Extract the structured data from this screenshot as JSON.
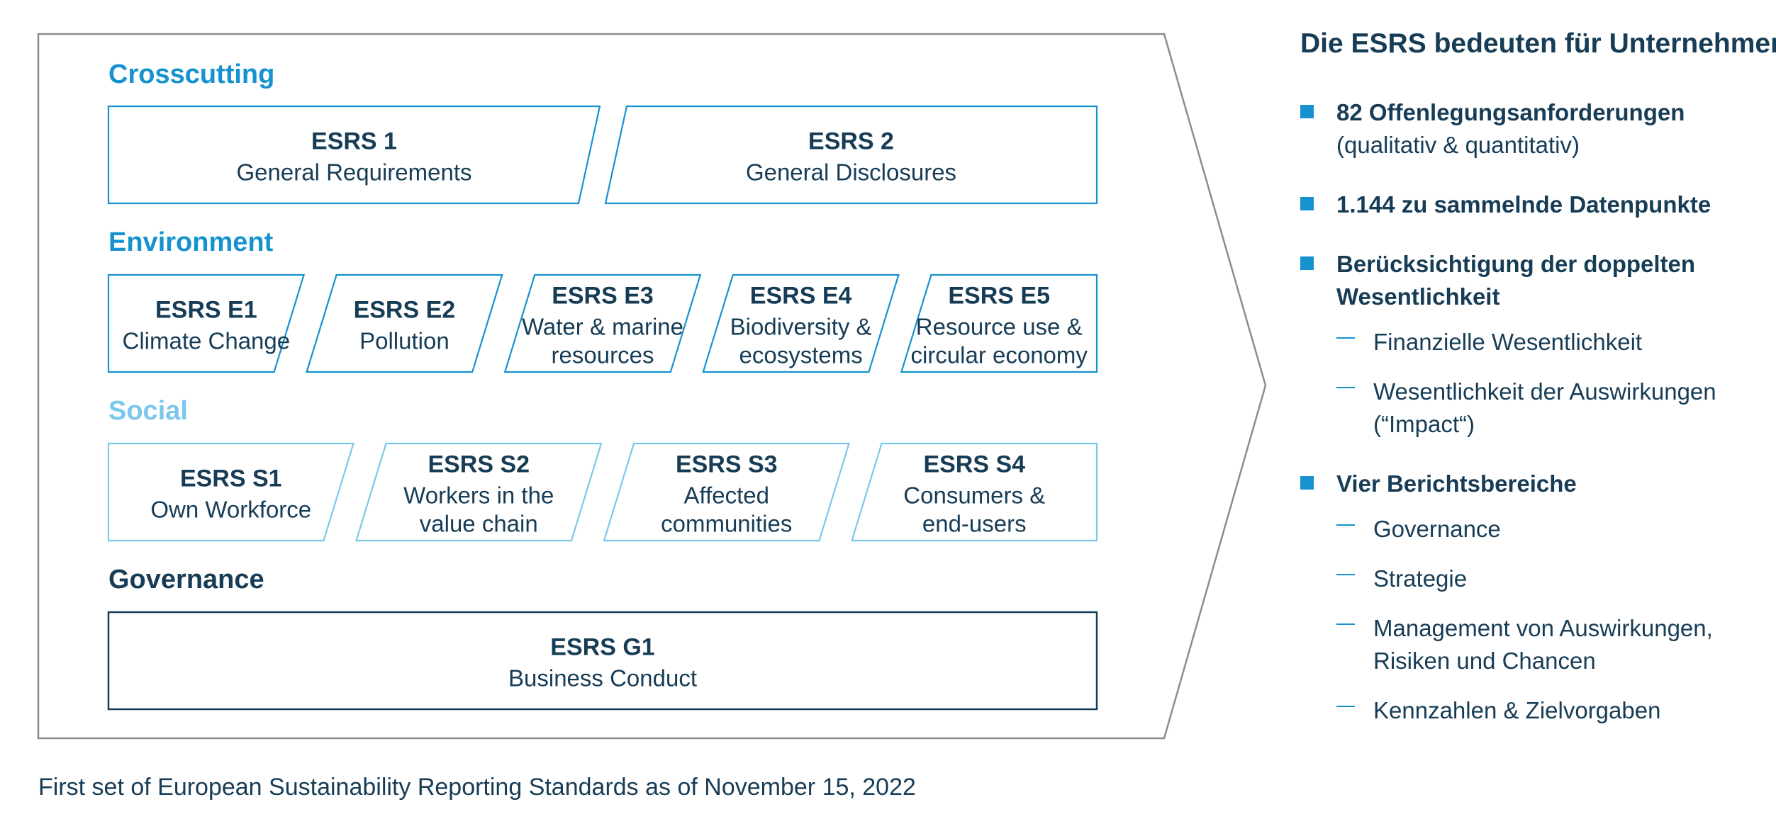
{
  "colors": {
    "crosscutting": "#1592cf",
    "environment": "#1592cf",
    "social": "#7cc7ec",
    "governance": "#173c56",
    "text": "#173c56",
    "bullet": "#1592cf",
    "frame": "#8c8c8c"
  },
  "categories": {
    "crosscutting": "Crosscutting",
    "environment": "Environment",
    "social": "Social",
    "governance": "Governance"
  },
  "standards": {
    "crosscutting": [
      {
        "code": "ESRS 1",
        "name": [
          "General Requirements"
        ]
      },
      {
        "code": "ESRS 2",
        "name": [
          "General Disclosures"
        ]
      }
    ],
    "environment": [
      {
        "code": "ESRS E1",
        "name": [
          "Climate Change"
        ]
      },
      {
        "code": "ESRS E2",
        "name": [
          "Pollution"
        ]
      },
      {
        "code": "ESRS E3",
        "name": [
          "Water & marine",
          "resources"
        ]
      },
      {
        "code": "ESRS E4",
        "name": [
          "Biodiversity &",
          "ecosystems"
        ]
      },
      {
        "code": "ESRS E5",
        "name": [
          "Resource use &",
          "circular economy"
        ]
      }
    ],
    "social": [
      {
        "code": "ESRS S1",
        "name": [
          "Own Workforce"
        ]
      },
      {
        "code": "ESRS S2",
        "name": [
          "Workers in the",
          "value chain"
        ]
      },
      {
        "code": "ESRS S3",
        "name": [
          "Affected",
          "communities"
        ]
      },
      {
        "code": "ESRS S4",
        "name": [
          "Consumers &",
          "end-users"
        ]
      }
    ],
    "governance": [
      {
        "code": "ESRS G1",
        "name": [
          "Business Conduct"
        ]
      }
    ]
  },
  "right_panel": {
    "heading": "Die ESRS bedeuten für Unternehmen:",
    "bullets": [
      {
        "main": "82 Offenlegungsanforderungen",
        "note": "(qualitativ & quantitativ)"
      },
      {
        "main": "1.144 zu sammelnde Datenpunkte"
      },
      {
        "main": "Berücksichtigung der doppelten Wesentlichkeit",
        "subs": [
          "Finanzielle Wesentlichkeit",
          "Wesentlichkeit der Auswirkungen (“Impact“)"
        ]
      },
      {
        "main": "Vier Berichtsbereiche",
        "subs": [
          "Governance",
          "Strategie",
          "Management von Auswirkungen, Risiken und Chancen",
          "Kennzahlen & Zielvorgaben"
        ]
      }
    ]
  },
  "footnote": "First set of European Sustainability Reporting Standards as of November 15, 2022"
}
